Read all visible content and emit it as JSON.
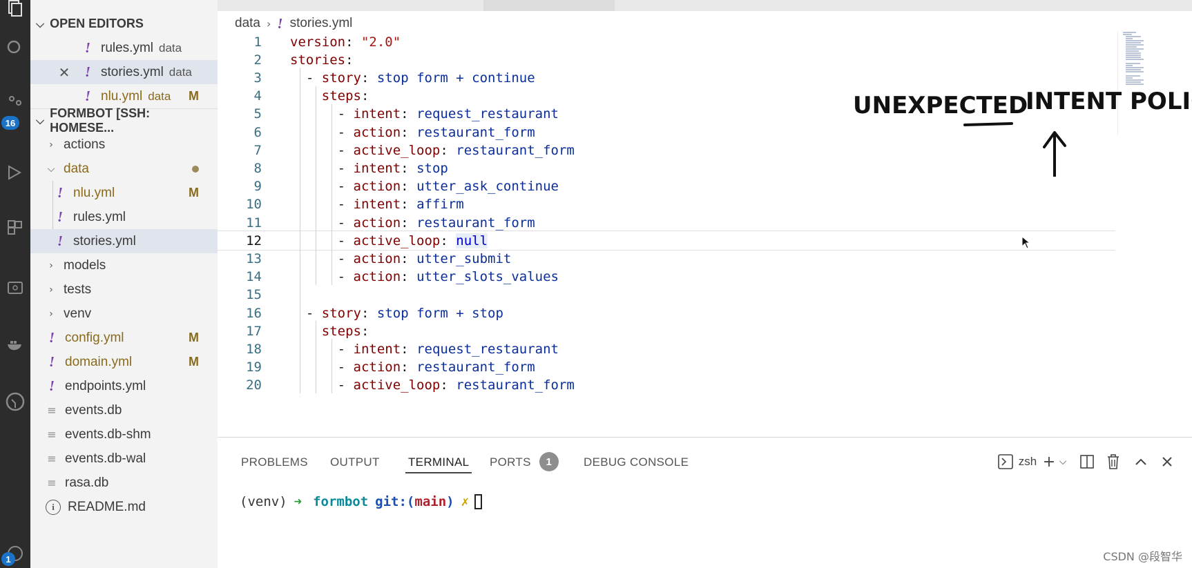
{
  "activity_bar": {
    "scm_badge": "16",
    "accounts_badge": "1",
    "icons": [
      "explorer-icon",
      "search-icon",
      "source-control-icon",
      "run-debug-icon",
      "extensions-icon",
      "remote-explorer-icon",
      "docker-icon",
      "gitlens-icon",
      "accounts-icon"
    ]
  },
  "sidebar": {
    "open_editors": {
      "title": "OPEN EDITORS",
      "items": [
        {
          "name": "rules.yml",
          "desc": "data",
          "badge": ""
        },
        {
          "name": "stories.yml",
          "desc": "data",
          "badge": ""
        },
        {
          "name": "nlu.yml",
          "desc": "data",
          "badge": "M"
        }
      ]
    },
    "workspace": {
      "title": "FORMBOT [SSH: HOMESE...",
      "items": [
        {
          "name": "actions",
          "badge": ""
        },
        {
          "name": "data",
          "badge": ""
        },
        {
          "name": "nlu.yml",
          "badge": "M"
        },
        {
          "name": "rules.yml",
          "badge": ""
        },
        {
          "name": "stories.yml",
          "badge": ""
        },
        {
          "name": "models",
          "badge": ""
        },
        {
          "name": "tests",
          "badge": ""
        },
        {
          "name": "venv",
          "badge": ""
        },
        {
          "name": "config.yml",
          "badge": "M"
        },
        {
          "name": "domain.yml",
          "badge": "M"
        },
        {
          "name": "endpoints.yml",
          "badge": ""
        },
        {
          "name": "events.db",
          "badge": ""
        },
        {
          "name": "events.db-shm",
          "badge": ""
        },
        {
          "name": "events.db-wal",
          "badge": ""
        },
        {
          "name": "rasa.db",
          "badge": ""
        },
        {
          "name": "README.md",
          "badge": ""
        }
      ]
    }
  },
  "editor": {
    "breadcrumb": {
      "folder": "data",
      "file": "stories.yml"
    },
    "current_line": 12,
    "lines": [
      {
        "n": "1",
        "key": "version",
        "val": "\"2.0\""
      },
      {
        "n": "2",
        "key": "stories",
        "val": ""
      },
      {
        "n": "3",
        "key": "story",
        "val": "stop form + continue"
      },
      {
        "n": "4",
        "key": "steps",
        "val": ""
      },
      {
        "n": "5",
        "key": "intent",
        "val": "request_restaurant"
      },
      {
        "n": "6",
        "key": "action",
        "val": "restaurant_form"
      },
      {
        "n": "7",
        "key": "active_loop",
        "val": "restaurant_form"
      },
      {
        "n": "8",
        "key": "intent",
        "val": "stop"
      },
      {
        "n": "9",
        "key": "action",
        "val": "utter_ask_continue"
      },
      {
        "n": "10",
        "key": "intent",
        "val": "affirm"
      },
      {
        "n": "11",
        "key": "action",
        "val": "restaurant_form"
      },
      {
        "n": "12",
        "key": "active_loop",
        "val": "null"
      },
      {
        "n": "13",
        "key": "action",
        "val": "utter_submit"
      },
      {
        "n": "14",
        "key": "action",
        "val": "utter_slots_values"
      },
      {
        "n": "15",
        "key": "",
        "val": ""
      },
      {
        "n": "16",
        "key": "story",
        "val": "stop form + stop"
      },
      {
        "n": "17",
        "key": "steps",
        "val": ""
      },
      {
        "n": "18",
        "key": "intent",
        "val": "request_restaurant"
      },
      {
        "n": "19",
        "key": "action",
        "val": "restaurant_form"
      },
      {
        "n": "20",
        "key": "active_loop",
        "val": "restaurant_form"
      }
    ],
    "annotation": {
      "line1_a": "UNEXPECTED",
      "line1_b": "INTENT POLICY"
    }
  },
  "panel": {
    "tabs": [
      "PROBLEMS",
      "OUTPUT",
      "TERMINAL",
      "PORTS",
      "DEBUG CONSOLE"
    ],
    "active_tab": "TERMINAL",
    "ports_count": "1",
    "shell": "zsh",
    "terminal": {
      "env": "(venv)",
      "arrow": "➜",
      "dir": "formbot",
      "git_label": "git:(",
      "branch": "main",
      "git_close": ")",
      "dirty": "✗"
    }
  },
  "watermark": "CSDN @段智华",
  "colors": {
    "yaml_key": "#800000",
    "yaml_value": "#0b2e9a",
    "yaml_string": "#a31515",
    "modified": "#8a6a1c",
    "yml_icon": "#7a3fb0"
  }
}
